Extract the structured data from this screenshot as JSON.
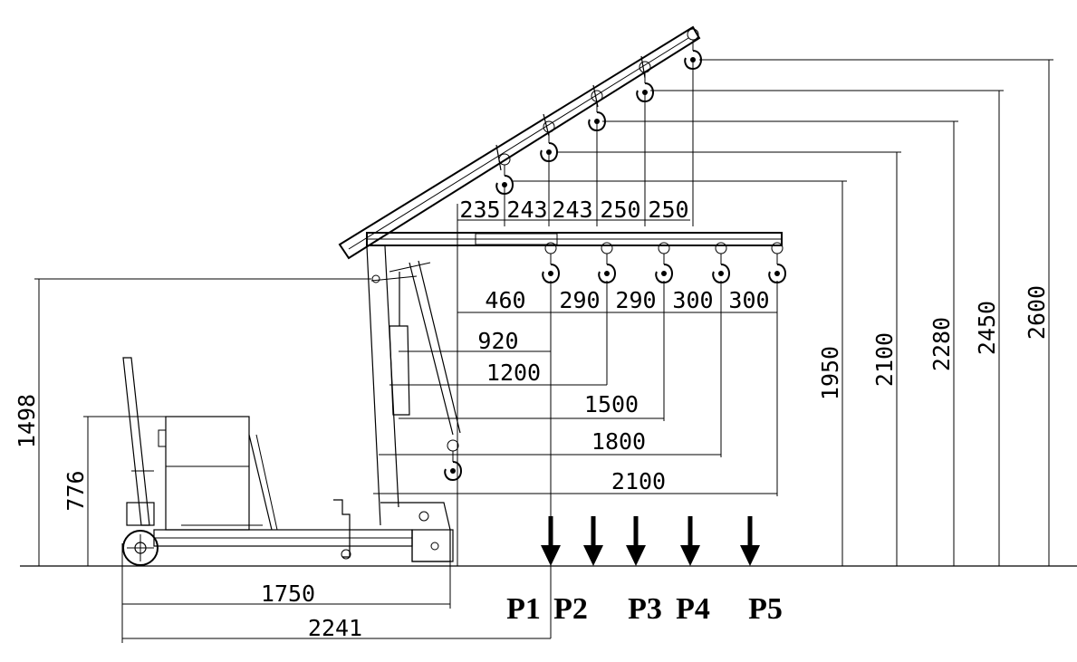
{
  "top_arm_spacings": [
    "235",
    "243",
    "243",
    "250",
    "250"
  ],
  "boom_spacings": [
    "460",
    "290",
    "290",
    "300",
    "300"
  ],
  "horizontal_reaches": [
    "920",
    "1200",
    "1500",
    "1800",
    "2100"
  ],
  "hook_heights": [
    "1950",
    "2100",
    "2280",
    "2450",
    "2600"
  ],
  "mast_pivot_height": "1498",
  "body_height": "776",
  "wheelbase": "1750",
  "overall_length": "2241",
  "load_points": [
    "P1",
    "P2",
    "P3",
    "P4",
    "P5"
  ]
}
